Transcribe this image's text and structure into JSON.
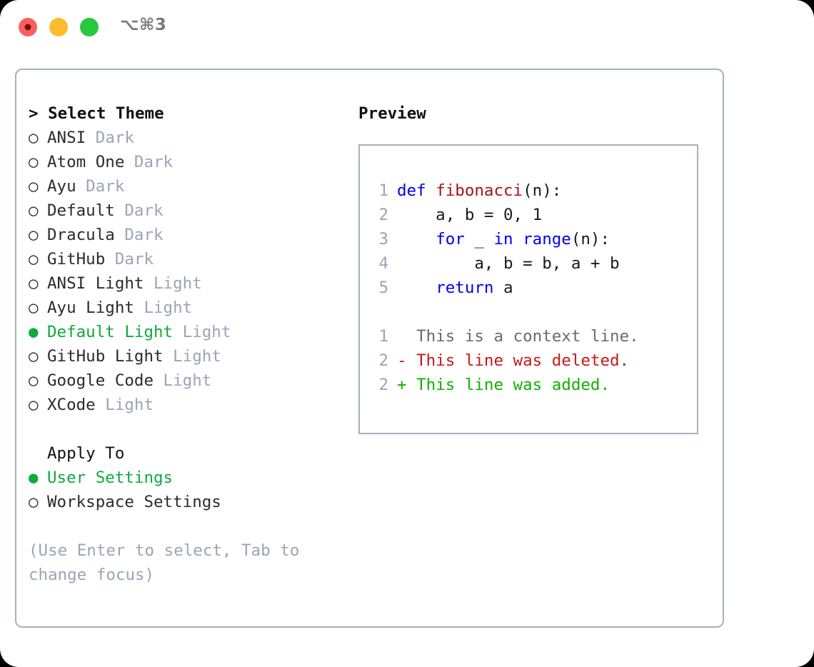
{
  "window": {
    "traffic_lights": [
      {
        "name": "close",
        "color": "#fc5f58"
      },
      {
        "name": "minimize",
        "color": "#fdbc2e"
      },
      {
        "name": "zoom",
        "color": "#28c83f"
      }
    ],
    "shortcut": "⌥⌘3"
  },
  "theme_picker": {
    "title": "> Select Theme",
    "selected_index": 8,
    "options": [
      {
        "bullet": "○",
        "name": "ANSI",
        "tag": " Dark",
        "selected": false
      },
      {
        "bullet": "○",
        "name": "Atom One",
        "tag": " Dark",
        "selected": false
      },
      {
        "bullet": "○",
        "name": "Ayu",
        "tag": " Dark",
        "selected": false
      },
      {
        "bullet": "○",
        "name": "Default",
        "tag": " Dark",
        "selected": false
      },
      {
        "bullet": "○",
        "name": "Dracula",
        "tag": " Dark",
        "selected": false
      },
      {
        "bullet": "○",
        "name": "GitHub",
        "tag": " Dark",
        "selected": false
      },
      {
        "bullet": "○",
        "name": "ANSI Light",
        "tag": " Light",
        "selected": false
      },
      {
        "bullet": "○",
        "name": "Ayu Light",
        "tag": " Light",
        "selected": false
      },
      {
        "bullet": "●",
        "name": "Default Light",
        "tag": " Light",
        "selected": true
      },
      {
        "bullet": "○",
        "name": "GitHub Light",
        "tag": " Light",
        "selected": false
      },
      {
        "bullet": "○",
        "name": "Google Code",
        "tag": " Light",
        "selected": false
      },
      {
        "bullet": "○",
        "name": "XCode",
        "tag": " Light",
        "selected": false
      }
    ]
  },
  "apply_to": {
    "title": "Apply To",
    "selected_index": 0,
    "options": [
      {
        "bullet": "●",
        "name": "User Settings",
        "selected": true
      },
      {
        "bullet": "○",
        "name": "Workspace Settings",
        "selected": false
      }
    ]
  },
  "hint": "(Use Enter to select, Tab to change focus)",
  "preview": {
    "title": "Preview",
    "code_lines": [
      {
        "num": "1",
        "tokens": [
          {
            "t": "def",
            "c": "kw"
          },
          {
            "t": " ",
            "c": "pl"
          },
          {
            "t": "fibonacci",
            "c": "fn"
          },
          {
            "t": "(n):",
            "c": "pl"
          }
        ]
      },
      {
        "num": "2",
        "tokens": [
          {
            "t": "    a, b = 0, 1",
            "c": "pl"
          }
        ]
      },
      {
        "num": "3",
        "tokens": [
          {
            "t": "    ",
            "c": "pl"
          },
          {
            "t": "for",
            "c": "kw"
          },
          {
            "t": " _ ",
            "c": "pl"
          },
          {
            "t": "in",
            "c": "kw"
          },
          {
            "t": " ",
            "c": "pl"
          },
          {
            "t": "range",
            "c": "kw"
          },
          {
            "t": "(n):",
            "c": "pl"
          }
        ]
      },
      {
        "num": "4",
        "tokens": [
          {
            "t": "        a, b = b, a + b",
            "c": "pl"
          }
        ]
      },
      {
        "num": "5",
        "tokens": [
          {
            "t": "    ",
            "c": "pl"
          },
          {
            "t": "return",
            "c": "kw"
          },
          {
            "t": " a",
            "c": "pl"
          }
        ]
      }
    ],
    "diff_lines": [
      {
        "num": "1",
        "marker": " ",
        "text": " This is a context line.",
        "kind": "gray"
      },
      {
        "num": "2",
        "marker": "-",
        "text": " This line was deleted.",
        "kind": "del"
      },
      {
        "num": "2",
        "marker": "+",
        "text": " This line was added.",
        "kind": "add"
      }
    ]
  },
  "colors": {
    "accent_green": "#0cab3c",
    "muted": "#9aa5b4",
    "border": "#a6b0c0",
    "keyword": "#0000ee",
    "function": "#a31515",
    "diff_delete": "#c41a16",
    "diff_add": "#12b000"
  }
}
